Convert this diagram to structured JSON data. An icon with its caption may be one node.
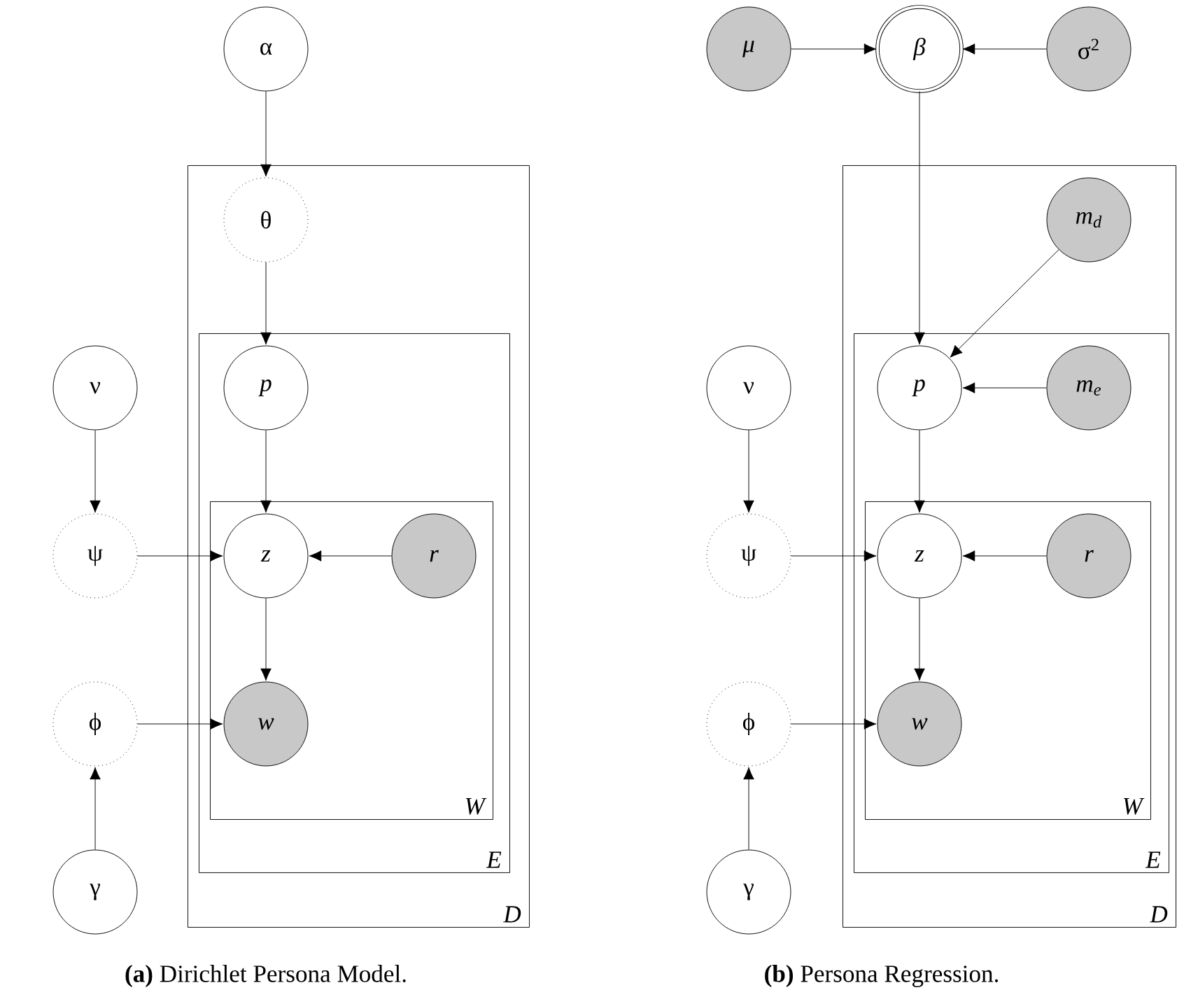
{
  "diagram": {
    "nodes": [
      {
        "text": [
          "α"
        ]
      },
      {
        "text": [
          "D"
        ]
      },
      {
        "text": [
          "θ"
        ],
        "in": 1
      },
      {
        "text": [
          "E"
        ],
        "in": 1
      },
      {
        "text": [
          "p"
        ],
        "in": 3
      },
      {
        "text": [
          "W"
        ],
        "in": 3
      },
      {
        "text": [
          "z"
        ],
        "in": 5
      },
      {
        "text": [
          "r"
        ],
        "in": 5
      },
      {
        "text": [
          "w"
        ],
        "in": 5
      },
      {
        "text": [
          "ν"
        ]
      },
      {
        "text": [
          "ψ"
        ]
      },
      {
        "text": [
          "ϕ"
        ]
      },
      {
        "text": [
          "γ"
        ]
      },
      {
        "text": [
          "μ"
        ]
      },
      {
        "text": [
          "β"
        ]
      },
      {
        "text": [
          "σ$^{2}$"
        ]
      },
      {
        "text": [
          "D"
        ]
      },
      {
        "text": [
          "m$_{d}$"
        ],
        "in": 16
      },
      {
        "text": [
          "E"
        ],
        "in": 16
      },
      {
        "text": [
          "p"
        ],
        "in": 18
      },
      {
        "text": [
          "m$_{e}$"
        ],
        "in": 18
      },
      {
        "text": [
          "W"
        ],
        "in": 18
      },
      {
        "text": [
          "z"
        ],
        "in": 21
      },
      {
        "text": [
          "r"
        ],
        "in": 21
      },
      {
        "text": [
          "w"
        ],
        "in": 21
      },
      {
        "text": [
          "ν"
        ]
      },
      {
        "text": [
          "ψ"
        ]
      },
      {
        "text": [
          "ϕ"
        ]
      },
      {
        "text": [
          "γ"
        ]
      }
    ],
    "edges": [
      {
        "from": 0,
        "to": 2,
        "arrow": "to"
      },
      {
        "from": 2,
        "to": 4,
        "arrow": "to"
      },
      {
        "from": 4,
        "to": 6,
        "arrow": "to"
      },
      {
        "from": 7,
        "to": 6,
        "arrow": "to"
      },
      {
        "from": 6,
        "to": 8,
        "arrow": "to"
      },
      {
        "from": 9,
        "to": 10,
        "arrow": "to"
      },
      {
        "from": 10,
        "to": 6,
        "arrow": "to"
      },
      {
        "from": 11,
        "to": 8,
        "arrow": "to"
      },
      {
        "from": 12,
        "to": 11,
        "arrow": "to"
      },
      {
        "from": 13,
        "to": 14,
        "arrow": "to"
      },
      {
        "from": 15,
        "to": 14,
        "arrow": "to"
      },
      {
        "from": 14,
        "to": 19,
        "arrow": "to"
      },
      {
        "from": 17,
        "to": 19,
        "arrow": "to"
      },
      {
        "from": 20,
        "to": 19,
        "arrow": "to"
      },
      {
        "from": 19,
        "to": 22,
        "arrow": "to"
      },
      {
        "from": 23,
        "to": 22,
        "arrow": "to"
      },
      {
        "from": 22,
        "to": 24,
        "arrow": "to"
      },
      {
        "from": 25,
        "to": 26,
        "arrow": "to"
      },
      {
        "from": 26,
        "to": 22,
        "arrow": "to"
      },
      {
        "from": 27,
        "to": 24,
        "arrow": "to"
      },
      {
        "from": 28,
        "to": 27,
        "arrow": "to"
      }
    ],
    "labels": [
      "**(a)** Dirichlet Persona Model.",
      "**(b)** Persona Regression."
    ]
  }
}
